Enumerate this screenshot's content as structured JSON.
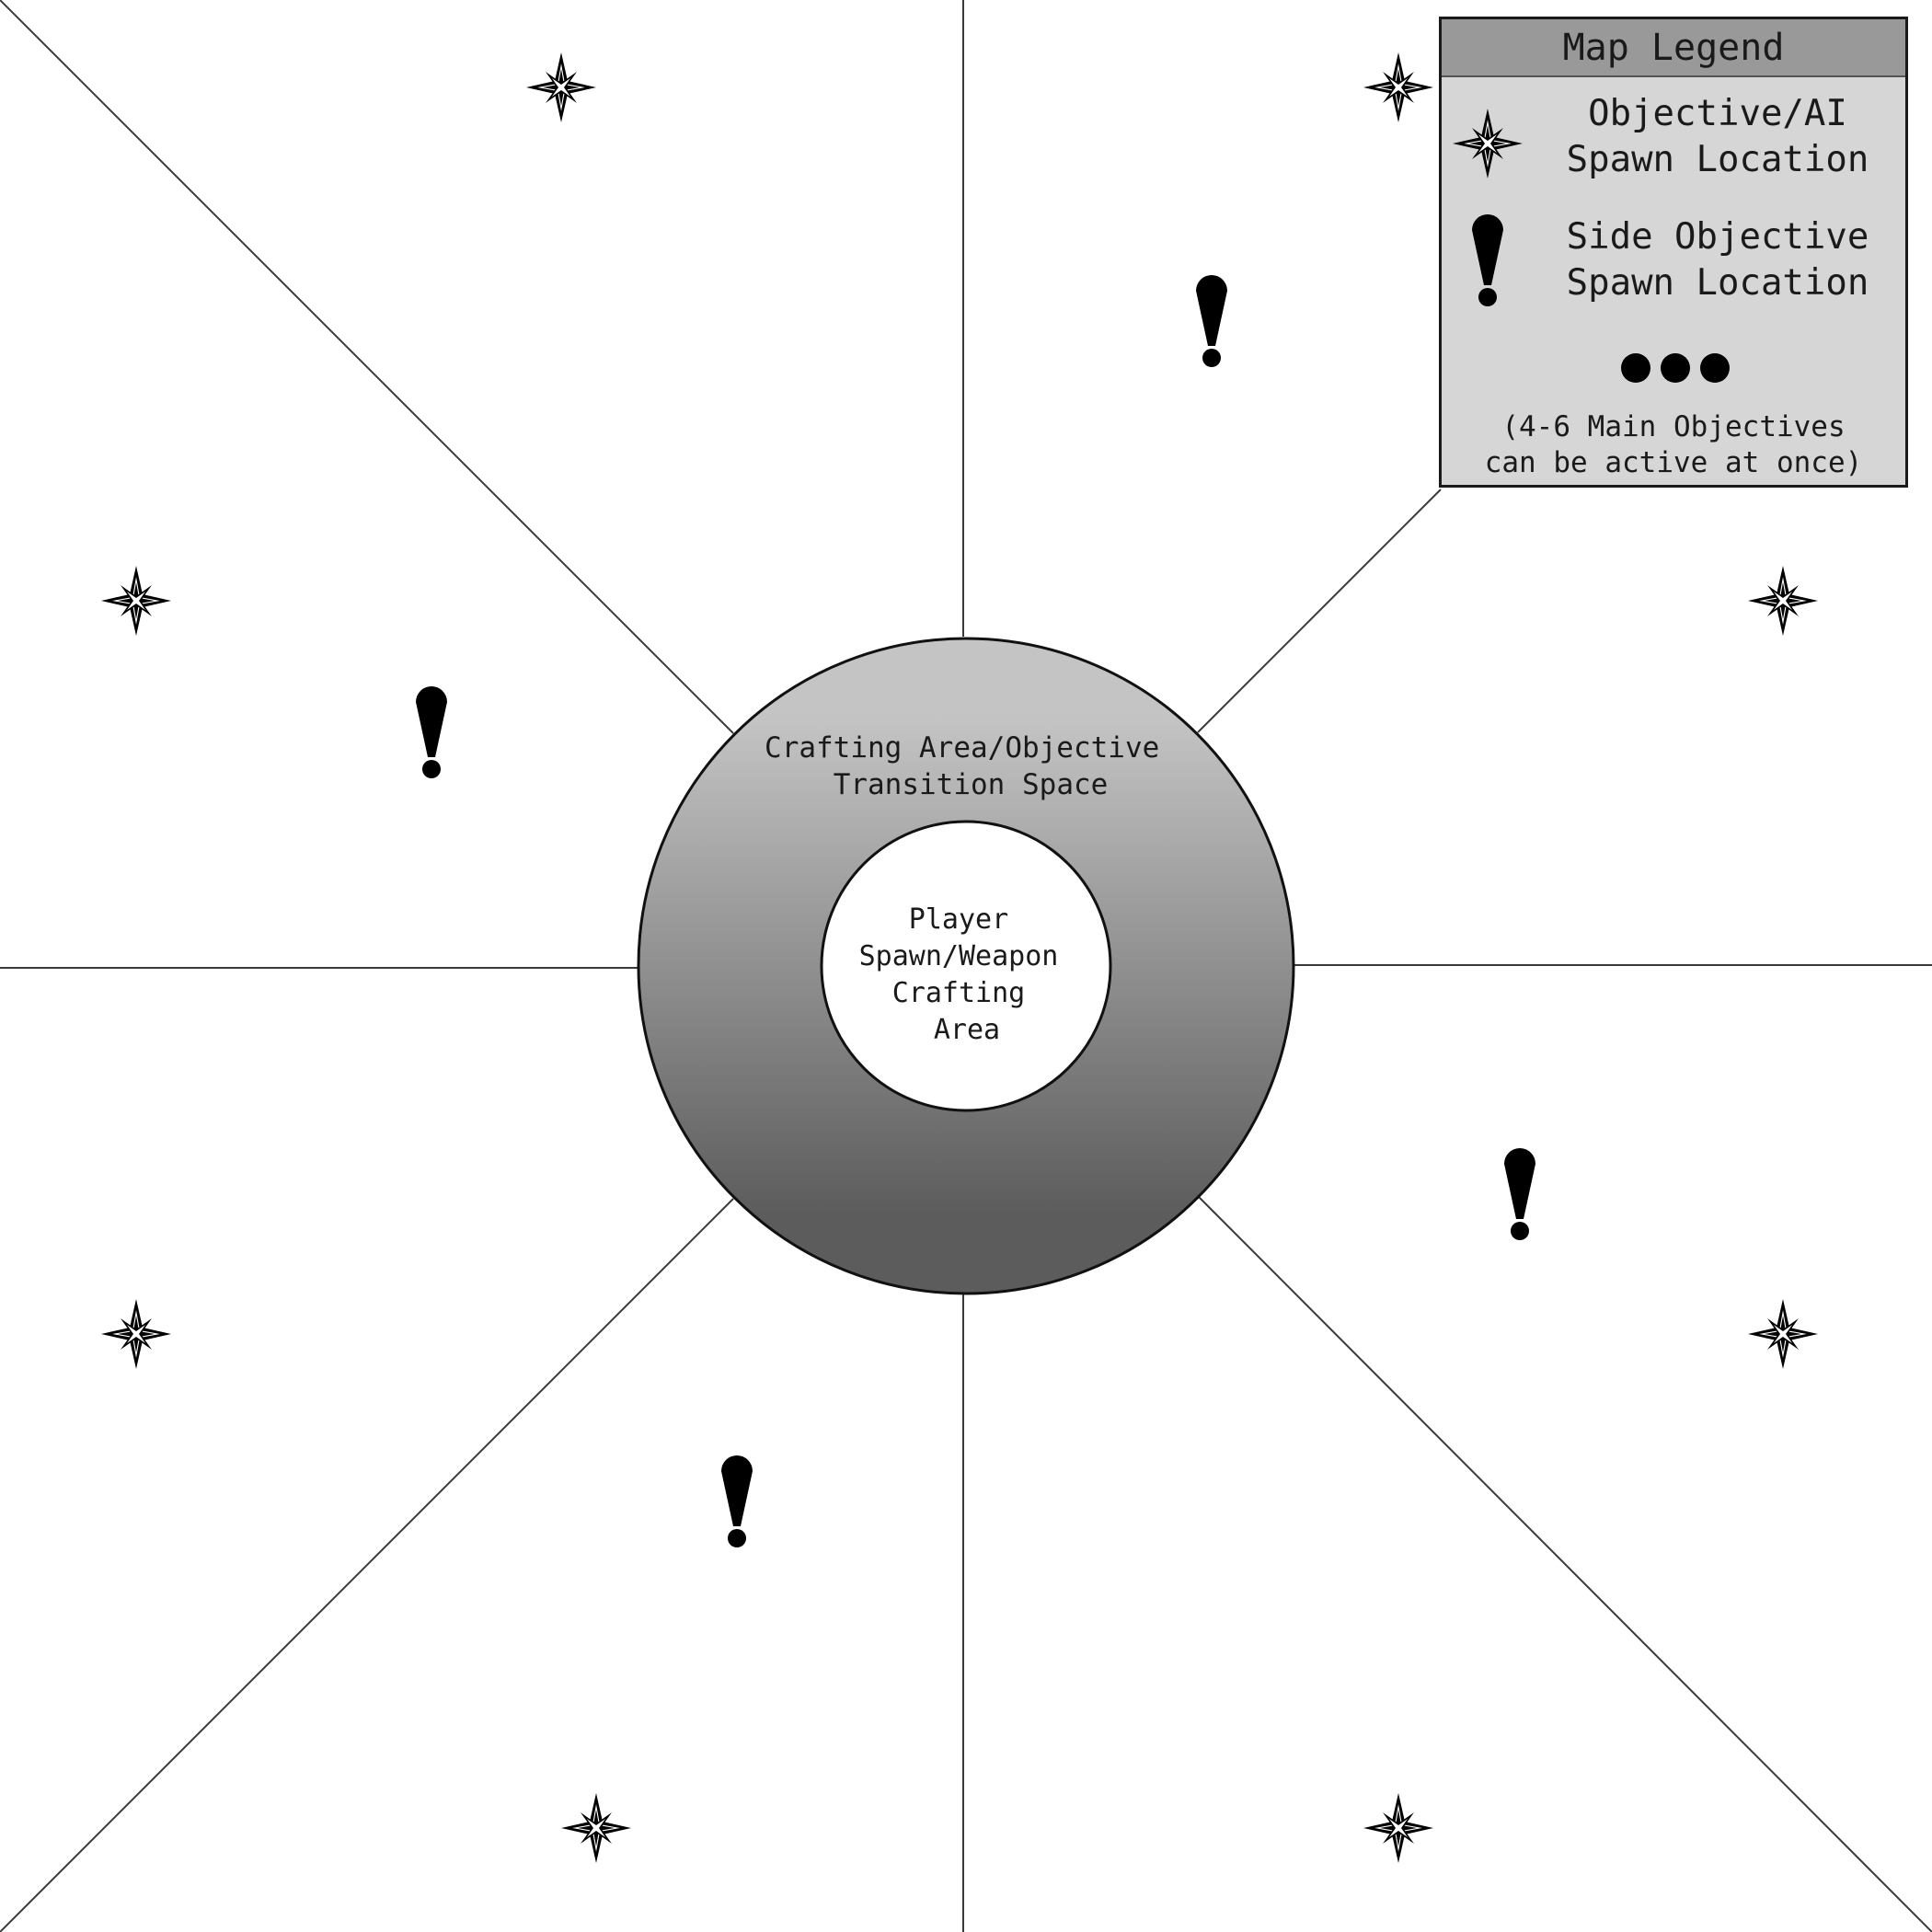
{
  "map": {
    "inner_zone_label": [
      "Player",
      "Spawn/Weapon",
      "Crafting",
      "Area"
    ],
    "outer_zone_label": [
      "Crafting Area/Objective",
      "Transition Space"
    ],
    "colors": {
      "ring_top": "#c4c4c4",
      "ring_bottom": "#5c5c5c",
      "lines": "#3a3a3a",
      "markers": "#000000",
      "legend_bg": "#d6d6d6",
      "legend_header_bg": "#999999"
    },
    "markers": [
      {
        "type": "objective-spawn",
        "icon": "compass-star-icon"
      },
      {
        "type": "objective-spawn",
        "icon": "compass-star-icon"
      },
      {
        "type": "objective-spawn",
        "icon": "compass-star-icon"
      },
      {
        "type": "objective-spawn",
        "icon": "compass-star-icon"
      },
      {
        "type": "objective-spawn",
        "icon": "compass-star-icon"
      },
      {
        "type": "objective-spawn",
        "icon": "compass-star-icon"
      },
      {
        "type": "objective-spawn",
        "icon": "compass-star-icon"
      },
      {
        "type": "objective-spawn",
        "icon": "compass-star-icon"
      },
      {
        "type": "side-objective",
        "icon": "exclamation-icon"
      },
      {
        "type": "side-objective",
        "icon": "exclamation-icon"
      },
      {
        "type": "side-objective",
        "icon": "exclamation-icon"
      },
      {
        "type": "side-objective",
        "icon": "exclamation-icon"
      }
    ]
  },
  "legend": {
    "title": "Map Legend",
    "items": [
      {
        "icon": "compass-star-icon",
        "line1": "Objective/AI",
        "line2": "Spawn Location"
      },
      {
        "icon": "exclamation-icon",
        "line1": "Side Objective",
        "line2": "Spawn Location"
      }
    ],
    "dots_icon": "three-dots-icon",
    "note_line1": "(4-6 Main Objectives",
    "note_line2": "can be active at once)"
  }
}
